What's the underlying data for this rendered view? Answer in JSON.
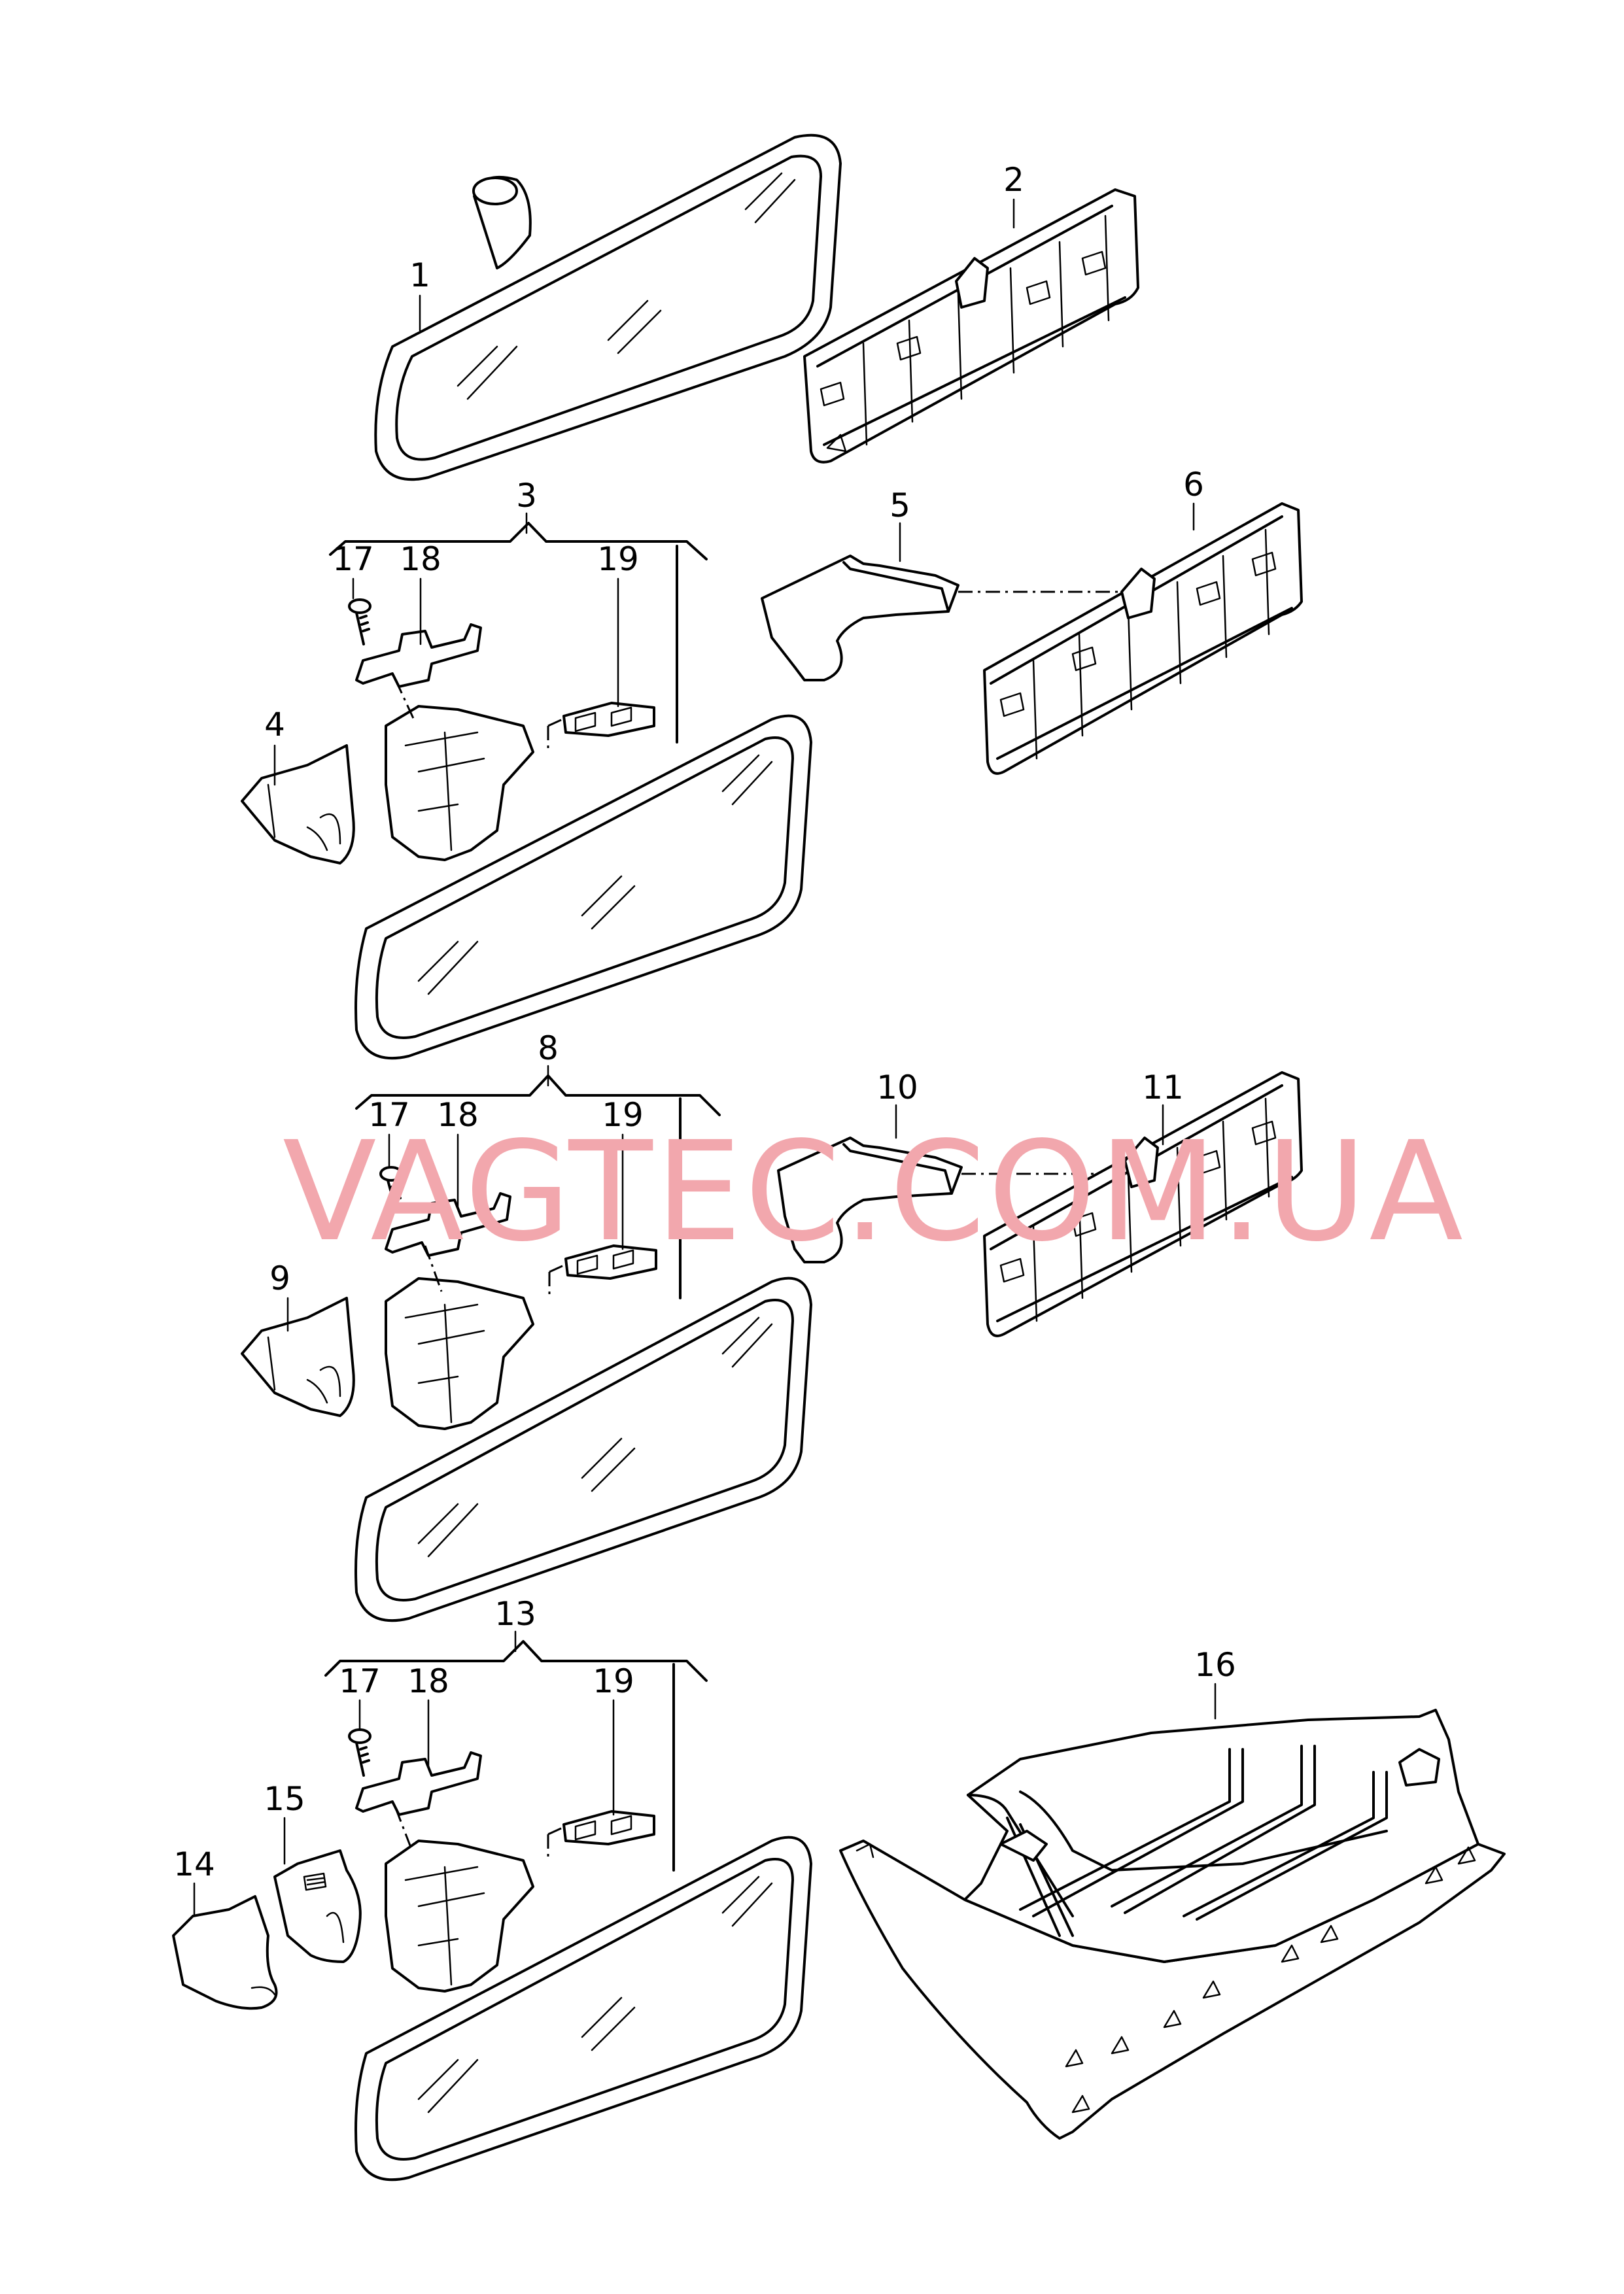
{
  "watermark": "VAGTEC.COM.UA",
  "callouts": {
    "c1": "1",
    "c2": "2",
    "c3": "3",
    "c4": "4",
    "c5": "5",
    "c6": "6",
    "c8": "8",
    "c9": "9",
    "c10": "10",
    "c11": "11",
    "c13": "13",
    "c14": "14",
    "c15": "15",
    "c16": "16",
    "c17": "17",
    "c18": "18",
    "c19": "19"
  },
  "colors": {
    "line": "#000000",
    "watermark": "#f2a7ad",
    "background": "#ffffff"
  }
}
